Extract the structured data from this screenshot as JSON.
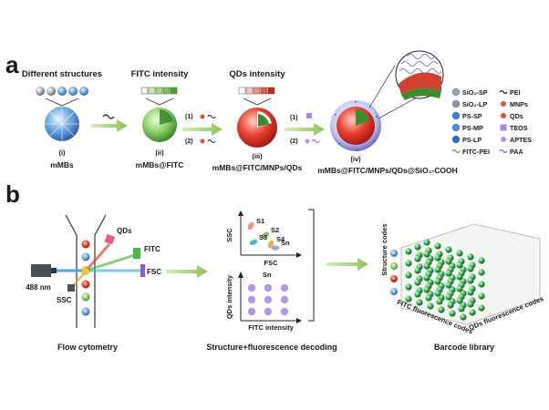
{
  "panel_a": {
    "letter": "a",
    "header_structures": "Different structures",
    "header_fitc": "FITC intensity",
    "header_qds": "QDs intensity",
    "stages": [
      {
        "roman": "(i)",
        "name": "mMBs"
      },
      {
        "roman": "(ii)",
        "name": "mMBs@FITC"
      },
      {
        "roman": "(iii)",
        "name": "mMBs@FITC/MNPs/QDs"
      },
      {
        "roman": "(iv)",
        "name": "mMBs@FITC/MNPs/QDs@SiO₂-COOH"
      }
    ],
    "steps_1": [
      "(1)",
      "(2)"
    ],
    "steps_2": [
      "(1)",
      "(2)"
    ],
    "legend": [
      {
        "label": "SiO₂-SP",
        "icon": "solid-sphere",
        "color": "#9aa3ad"
      },
      {
        "label": "PEI",
        "icon": "chain",
        "color": "#1a1a2a"
      },
      {
        "label": "SiO₂-LP",
        "icon": "porous-sphere",
        "color": "#8c97a3"
      },
      {
        "label": "MNPs",
        "icon": "dot",
        "color": "#c8604a"
      },
      {
        "label": "PS-SP",
        "icon": "blue-sphere",
        "color": "#3b7fd0"
      },
      {
        "label": "QDs",
        "icon": "dot",
        "color": "#e0522a"
      },
      {
        "label": "PS-MP",
        "icon": "blue-porous",
        "color": "#4b8fdc"
      },
      {
        "label": "TEOS",
        "icon": "square",
        "color": "#a88bd8"
      },
      {
        "label": "PS-LP",
        "icon": "blue-large-pore",
        "color": "#2f6fc0"
      },
      {
        "label": "APTES",
        "icon": "dot",
        "color": "#b79ae6"
      },
      {
        "label": "FITC-PEI",
        "icon": "green-chain",
        "color": "#3aa34a"
      },
      {
        "label": "PAA",
        "icon": "purple-chain",
        "color": "#7a5bd1"
      }
    ]
  },
  "panel_b": {
    "letter": "b",
    "cytometer": {
      "laser": "488 nm",
      "detectors": [
        "QDs",
        "FITC",
        "FSC",
        "SSC"
      ],
      "caption": "Flow cytometry"
    },
    "scatter_top": {
      "ylabel": "SSC",
      "xlabel": "FSC",
      "groups": [
        {
          "label": "S1",
          "color": "#e88080"
        },
        {
          "label": "S2",
          "color": "#8aa840"
        },
        {
          "label": "S3",
          "color": "#3aa3d8"
        },
        {
          "label": "S4",
          "color": "#e8a030"
        },
        {
          "label": "Sn",
          "color": "#a88bd8"
        }
      ]
    },
    "scatter_bottom": {
      "ylabel": "QDs intensity",
      "xlabel": "FITC intensity",
      "group_label": "Sn",
      "dot_color": "#b399e0"
    },
    "decoding_caption": "Structure+fluorescence decoding",
    "library": {
      "axis_structure": "Structure codes",
      "axis_fitc": "FITC fluorescence codes",
      "axis_qds": "QDs fluorescence codes",
      "caption": "Barcode library"
    }
  }
}
